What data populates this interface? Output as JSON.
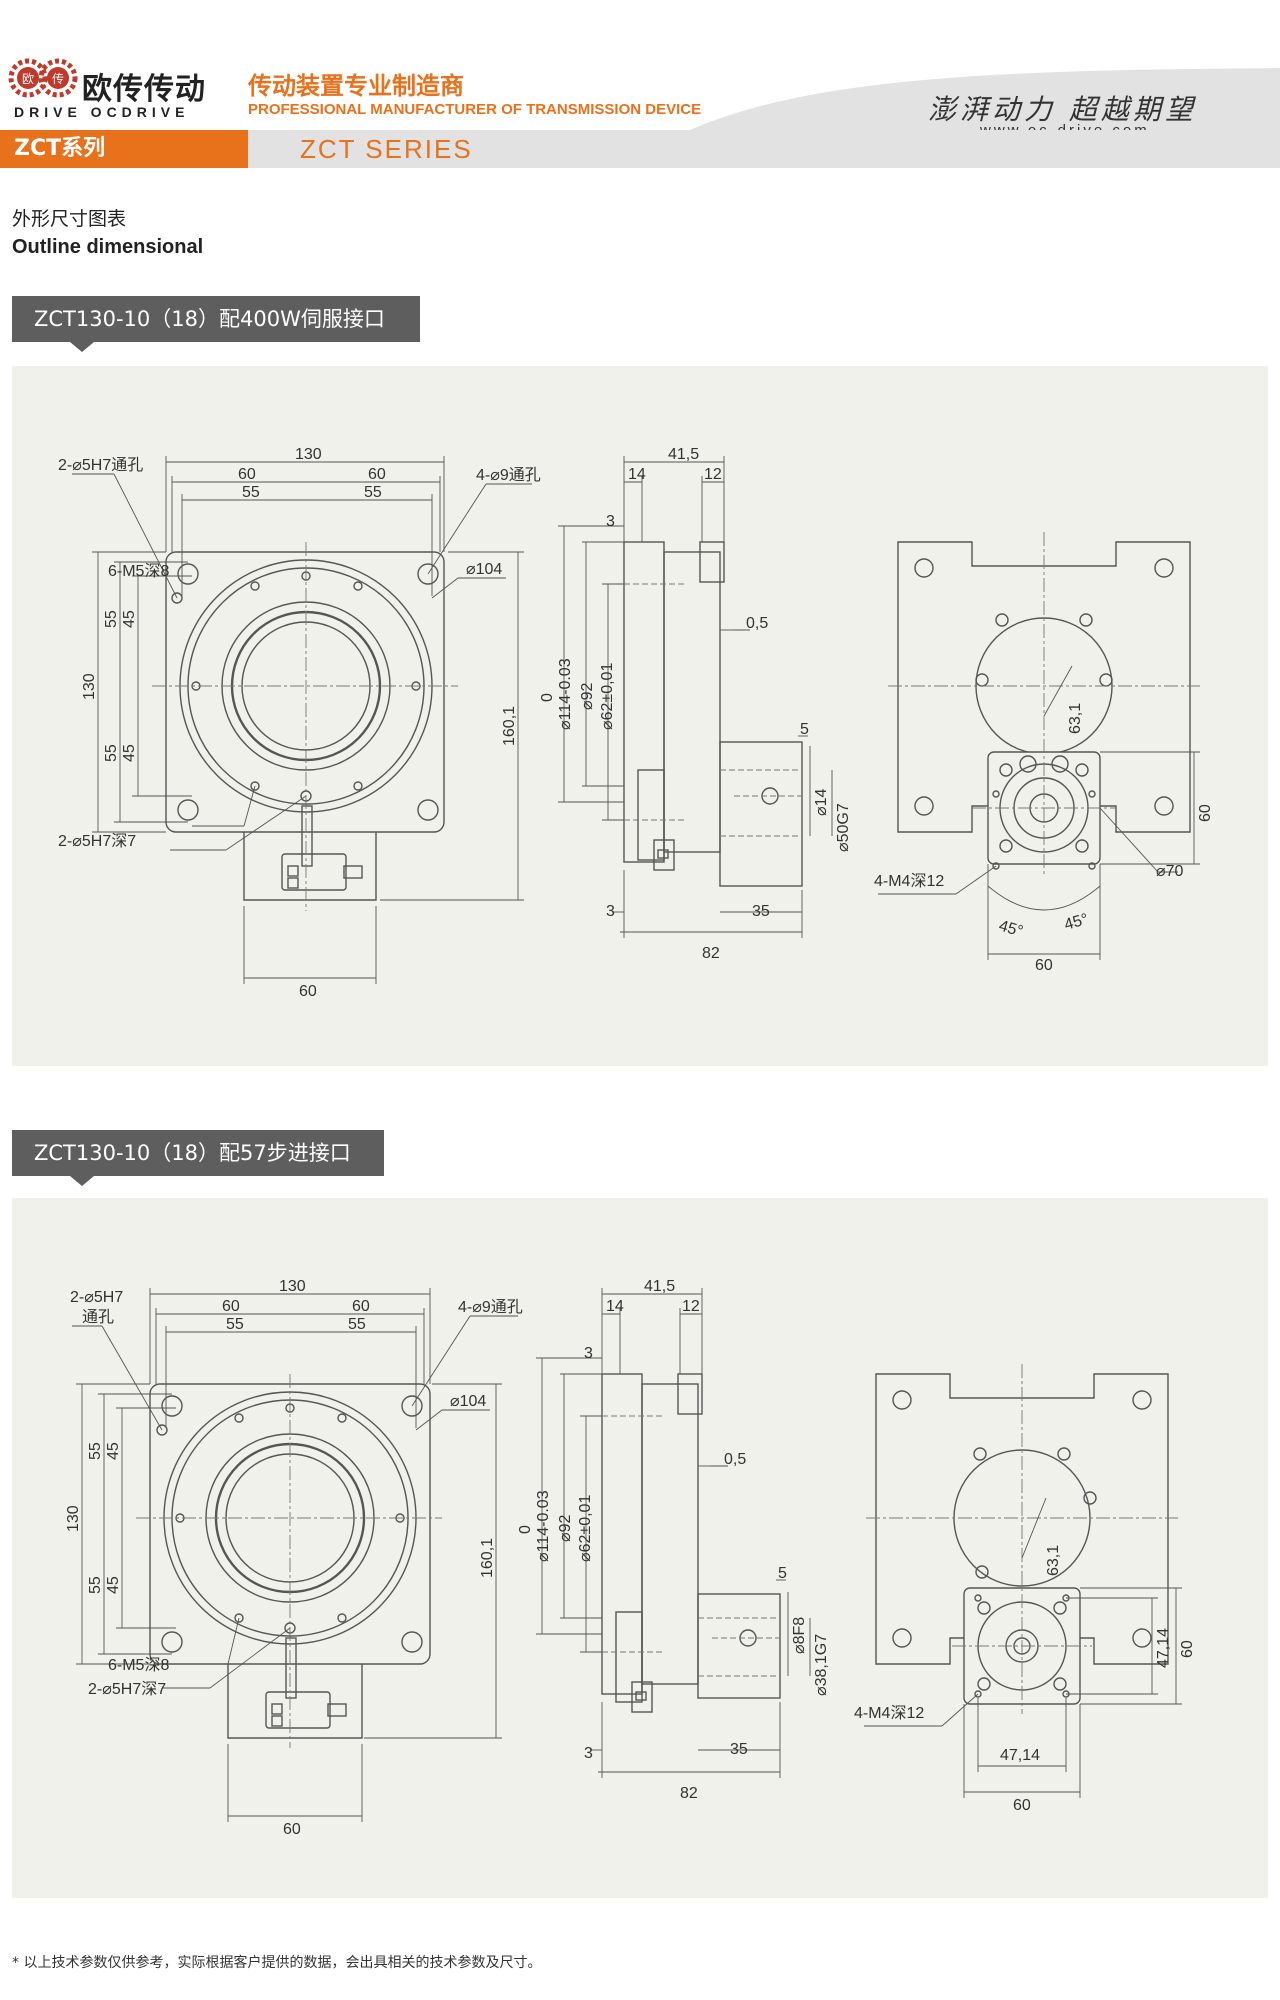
{
  "header": {
    "logo_text_cn": "欧传传动",
    "logo_text_en": "DRIVE OCDRIVE",
    "logo_badge_left": "欧",
    "logo_badge_right": "传",
    "tagline_cn": "传动装置专业制造商",
    "tagline_en": "PROFESSIONAL MANUFACTURER OF TRANSMISSION DEVICE",
    "slogan": "澎湃动力 超越期望",
    "website": "www.oc-drive.com",
    "series_cn": "ZCT系列",
    "series_en": "ZCT SERIES",
    "accent_color": "#e8711c"
  },
  "section": {
    "title_cn": "外形尺寸图表",
    "title_en": "Outline dimensional"
  },
  "drawings": [
    {
      "tab_label": "ZCT130-10（18）配400W伺服接口",
      "front": {
        "width_total": "130",
        "half_outer_l": "60",
        "half_outer_r": "60",
        "half_inner_l": "55",
        "half_inner_r": "55",
        "hole_left": "2-⌀5H7通孔",
        "hole_right": "4-⌀9通孔",
        "circle": "⌀104",
        "height_total": "130",
        "h55_top": "55",
        "h45_top": "45",
        "h55_bot": "55",
        "h45_bot": "45",
        "height_all": "160,1",
        "thread": "6-M5深8",
        "pin": "2-⌀5H7深7",
        "bottom_width": "60"
      },
      "side": {
        "depth": "41,5",
        "d14": "14",
        "d12": "12",
        "d3_top": "3",
        "d05": "0,5",
        "d5": "5",
        "dia114": "⌀114-0.03",
        "dia114_tol": "0",
        "dia92": "⌀92",
        "dia62": "⌀62±0,01",
        "dia14": "⌀14",
        "dia50": "⌀50G7",
        "d3_bot": "3",
        "d35": "35",
        "d82": "82"
      },
      "back": {
        "pcd": "63,1",
        "d60_side": "60",
        "d70": "⌀70",
        "thread": "4-M4深12",
        "ang_l": "45°",
        "ang_r": "45°",
        "d60_bot": "60"
      }
    },
    {
      "tab_label": "ZCT130-10（18）配57步进接口",
      "front": {
        "width_total": "130",
        "half_outer_l": "60",
        "half_outer_r": "60",
        "half_inner_l": "55",
        "half_inner_r": "55",
        "hole_left_1": "2-⌀5H7",
        "hole_left_2": "通孔",
        "hole_right": "4-⌀9通孔",
        "circle": "⌀104",
        "height_total": "130",
        "h55_top": "55",
        "h45_top": "45",
        "h55_bot": "55",
        "h45_bot": "45",
        "height_all": "160,1",
        "thread": "6-M5深8",
        "pin": "2-⌀5H7深7",
        "bottom_width": "60"
      },
      "side": {
        "depth": "41,5",
        "d14": "14",
        "d12": "12",
        "d3_top": "3",
        "d05": "0,5",
        "d5": "5",
        "dia114": "⌀114-0.03",
        "dia114_tol": "0",
        "dia92": "⌀92",
        "dia62": "⌀62±0,01",
        "dia8": "⌀8F8",
        "dia38": "⌀38,1G7",
        "d3_bot": "3",
        "d35": "35",
        "d82": "82"
      },
      "back": {
        "pcd": "63,1",
        "d60_side": "60",
        "d47_side": "47,14",
        "thread": "4-M4深12",
        "d47_bot": "47,14",
        "d60_bot": "60"
      }
    }
  ],
  "footnote": "* 以上技术参数仅供参考，实际根据客户提供的数据，会出具相关的技术参数及尺寸。"
}
